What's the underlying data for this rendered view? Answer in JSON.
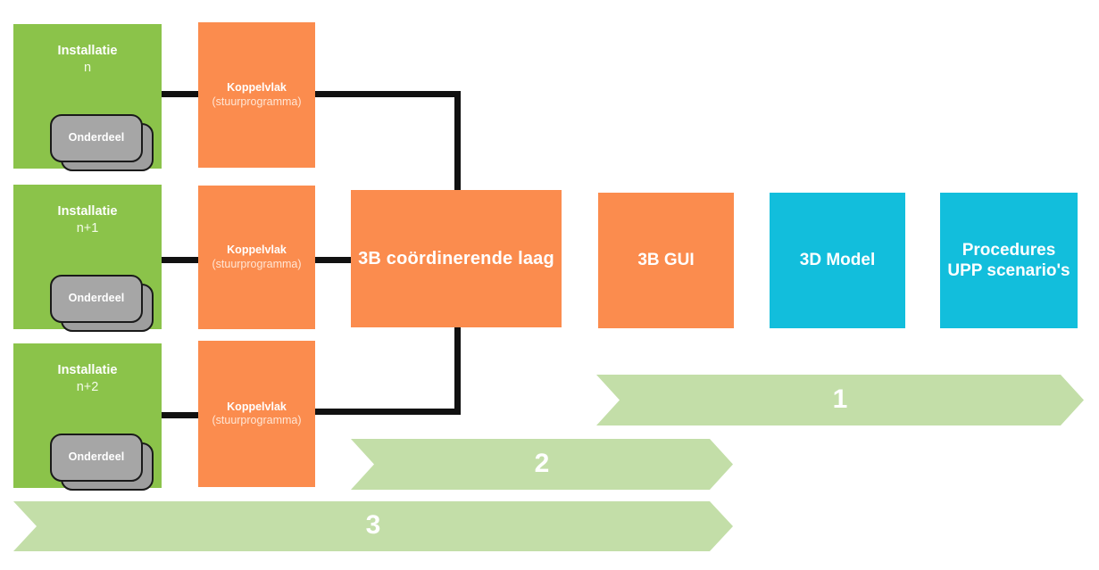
{
  "colors": {
    "installation_green": "#8BC34A",
    "interface_orange": "#FB8C4E",
    "model_cyan": "#12BEDC",
    "banner_green": "#C3DEA8",
    "component_grey": "#A6A6A6",
    "connector_black": "#111111",
    "background": "#FFFFFF"
  },
  "installations": [
    {
      "title": "Installatie",
      "index": "n",
      "component": "Onderdeel"
    },
    {
      "title": "Installatie",
      "index": "n+1",
      "component": "Onderdeel"
    },
    {
      "title": "Installatie",
      "index": "n+2",
      "component": "Onderdeel"
    }
  ],
  "interfaces": [
    {
      "line1": "Koppelvlak",
      "line2": "(stuurprogramma)"
    },
    {
      "line1": "Koppelvlak",
      "line2": "(stuurprogramma)"
    },
    {
      "line1": "Koppelvlak",
      "line2": "(stuurprogramma)"
    }
  ],
  "modules": {
    "coordinating_layer": "3B coördinerende laag",
    "gui": "3B GUI",
    "model_3d": "3D Model",
    "procedures": "Procedures\nUPP scenario's",
    "procedures_line1": "Procedures",
    "procedures_line2": "UPP scenario's"
  },
  "banners": [
    {
      "label": "1"
    },
    {
      "label": "2"
    },
    {
      "label": "3"
    }
  ]
}
